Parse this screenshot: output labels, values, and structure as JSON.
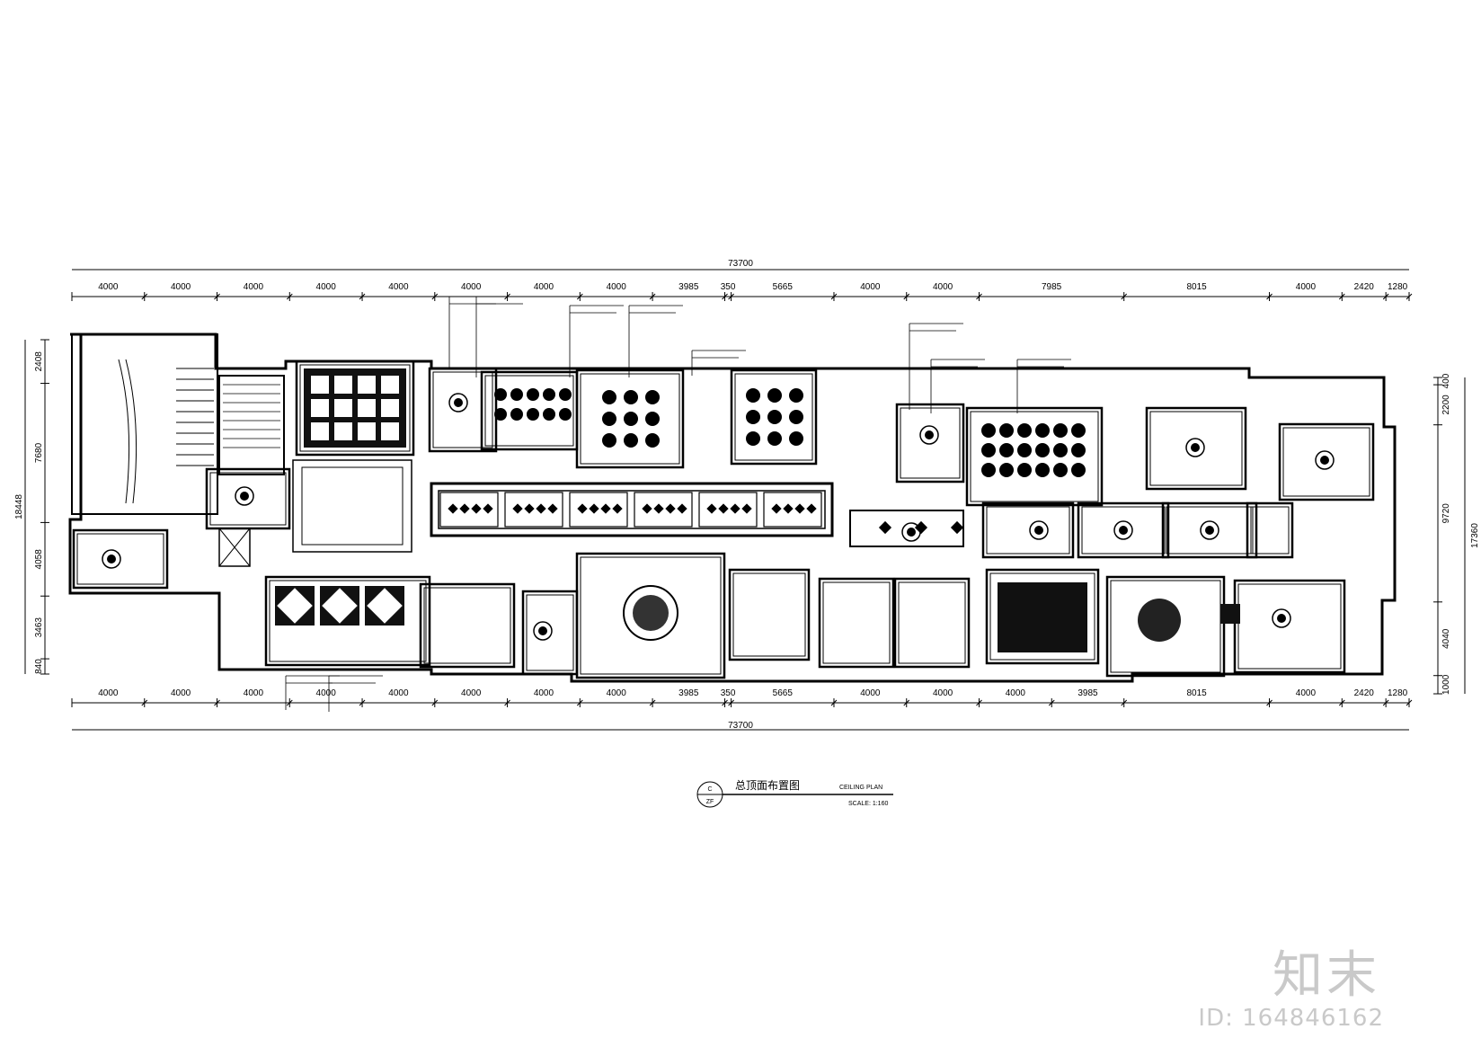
{
  "drawing": {
    "top_dims": [
      "4000",
      "4000",
      "4000",
      "4000",
      "4000",
      "4000",
      "4000",
      "4000",
      "3985",
      "350",
      "5665",
      "4000",
      "4000",
      "7985",
      "8015",
      "4000",
      "2420",
      "1280"
    ],
    "bottom_dims": [
      "4000",
      "4000",
      "4000",
      "4000",
      "4000",
      "4000",
      "4000",
      "4000",
      "3985",
      "350",
      "5665",
      "4000",
      "4000",
      "4000",
      "3985",
      "8015",
      "4000",
      "2420",
      "1280"
    ],
    "overall": "73700",
    "left_dims": [
      "2408",
      "7680",
      "4058",
      "3463",
      "840"
    ],
    "left_overall": "18448",
    "right_dims": [
      "400",
      "2200",
      "9720",
      "4040",
      "1000"
    ],
    "right_overall": "17360",
    "title_cn": "总顶面布置图",
    "title_en": "CEILING PLAN",
    "scale": "SCALE: 1:160",
    "ref_top": "C",
    "ref_bottom": "ZF"
  },
  "watermark": {
    "logo": "知末",
    "id": "ID: 164846162"
  }
}
